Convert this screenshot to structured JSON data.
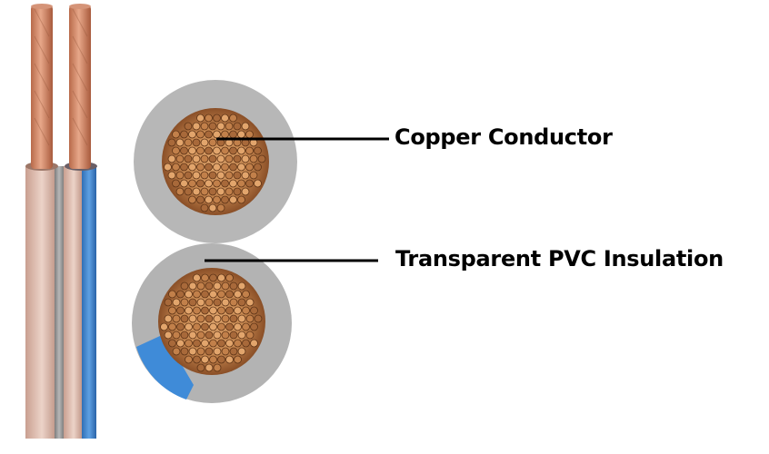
{
  "labels": {
    "conductor": "Copper Conductor",
    "insulation": "Transparent PVC Insulation"
  },
  "colors": {
    "background": "#ffffff",
    "copper": "#c98a52",
    "copper_dark": "#7a4320",
    "insulation_gray": "#b3b3b3",
    "sheath_pink": "#d8b6a6",
    "sheath_blue": "#3a84cc",
    "core_blue": "#4a90d9",
    "leader_line": "#000000"
  },
  "components": [
    "cable-pair",
    "cross-section-top",
    "cross-section-bottom"
  ]
}
